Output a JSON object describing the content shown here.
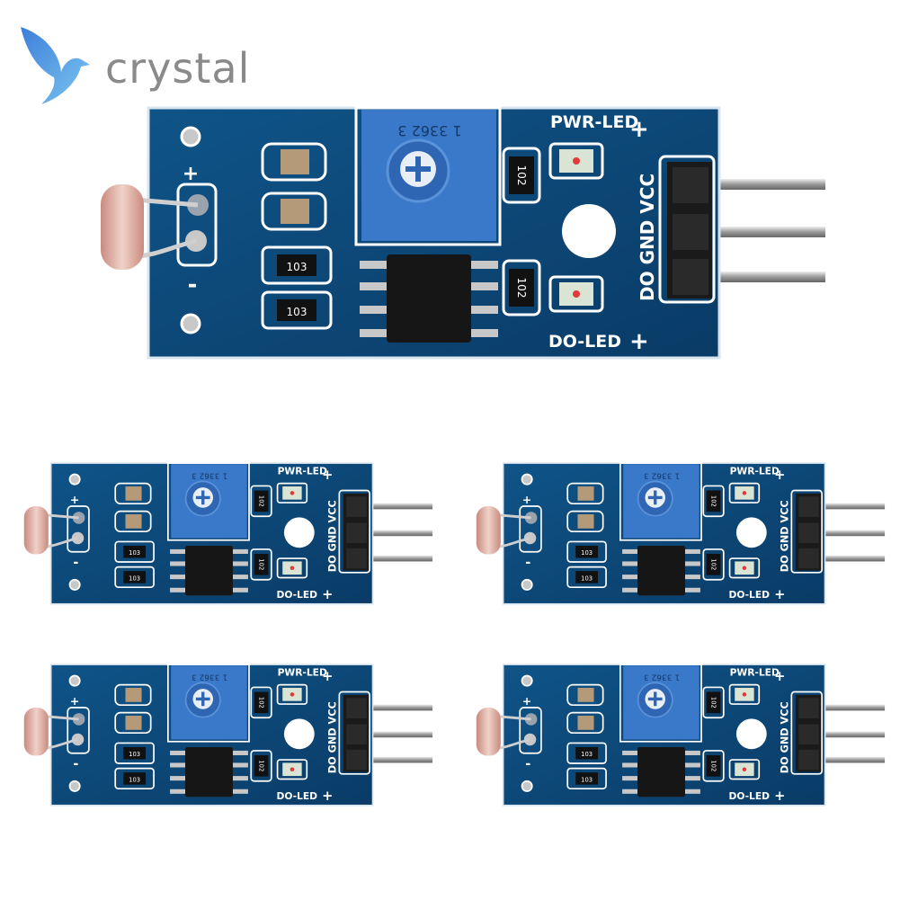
{
  "logo": {
    "text": "crystal",
    "color": "#8a8a8a",
    "bird_color": "#5aa0e6"
  },
  "product": {
    "board_count": 5,
    "pcb_color": "#0d4a7a",
    "labels": {
      "pwr_led": "PWR-LED",
      "do_led": "DO-LED",
      "pins": "DO GND VCC",
      "pot_code": "1 3362 3",
      "resistor_a": "103",
      "resistor_b": "102",
      "plus": "+",
      "minus": "-"
    }
  }
}
